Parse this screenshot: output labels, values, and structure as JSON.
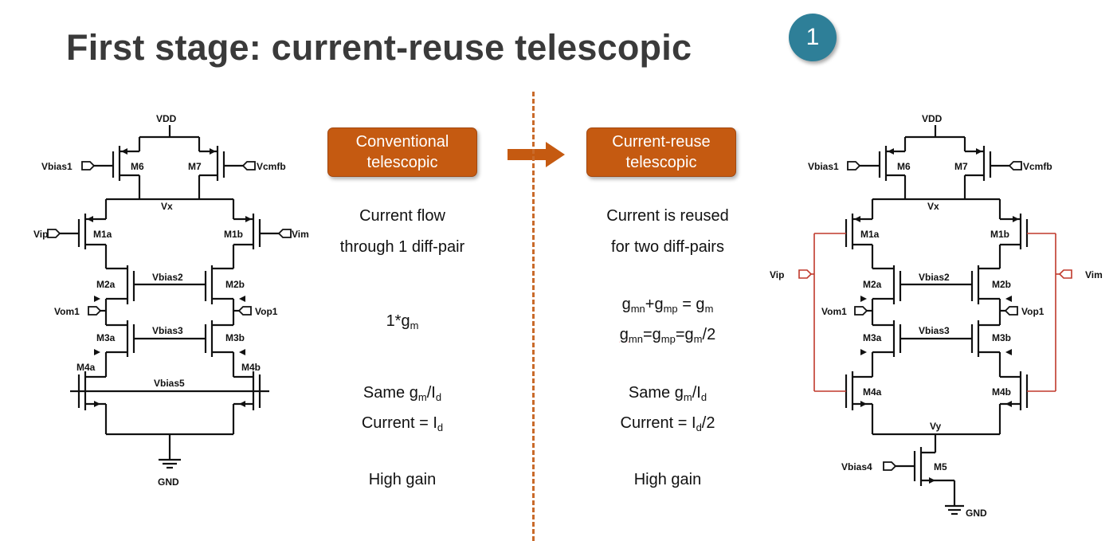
{
  "slide": {
    "title": "First stage: current-reuse telescopic",
    "badge": "1"
  },
  "left_box": {
    "line1": "Conventional",
    "line2": "telescopic"
  },
  "right_box": {
    "line1": "Current-reuse",
    "line2": "telescopic"
  },
  "left_text": {
    "flow1": "Current flow",
    "flow2": "through 1 diff-pair",
    "gm_prefix": "1*g",
    "gm_sub": "m",
    "same_prefix": "Same g",
    "same_sub1": "m",
    "same_mid": "/I",
    "same_sub2": "d",
    "current_prefix": "Current = I",
    "current_sub": "d",
    "gain": "High gain"
  },
  "right_text": {
    "flow1": "Current is reused",
    "flow2": "for two diff-pairs",
    "eq1": {
      "g1": "g",
      "s1": "mn",
      "plus": "+g",
      "s2": "mp",
      "eq": " = g",
      "s3": "m"
    },
    "eq2": {
      "g1": "g",
      "s1": "mn",
      "eq": "=g",
      "s2": "mp",
      "eq2": "=g",
      "s3": "m",
      "tail": "/2"
    },
    "same_prefix": "Same g",
    "same_sub1": "m",
    "same_mid": "/I",
    "same_sub2": "d",
    "current_prefix": "Current = I",
    "current_sub": "d",
    "current_tail": "/2",
    "gain": "High gain"
  },
  "left_circuit": {
    "labels": {
      "vdd": "VDD",
      "vbias1": "Vbias1",
      "vcmfb": "Vcmfb",
      "m6": "M6",
      "m7": "M7",
      "vx": "Vx",
      "vip": "Vip",
      "vim": "Vim",
      "m1a": "M1a",
      "m1b": "M1b",
      "m2a": "M2a",
      "m2b": "M2b",
      "vbias2": "Vbias2",
      "vom1": "Vom1",
      "vop1": "Vop1",
      "m3a": "M3a",
      "m3b": "M3b",
      "vbias3": "Vbias3",
      "m4a": "M4a",
      "m4b": "M4b",
      "vbias5": "Vbias5",
      "gnd": "GND"
    }
  },
  "right_circuit": {
    "labels": {
      "vdd": "VDD",
      "vbias1": "Vbias1",
      "vcmfb": "Vcmfb",
      "m6": "M6",
      "m7": "M7",
      "vx": "Vx",
      "vip": "Vip",
      "vim": "Vim",
      "m1a": "M1a",
      "m1b": "M1b",
      "m2a": "M2a",
      "m2b": "M2b",
      "vbias2": "Vbias2",
      "vom1": "Vom1",
      "vop1": "Vop1",
      "m3a": "M3a",
      "m3b": "M3b",
      "vbias3": "Vbias3",
      "m4a": "M4a",
      "m4b": "M4b",
      "vy": "Vy",
      "vbias4": "Vbias4",
      "m5": "M5",
      "gnd": "GND"
    },
    "highlight_color": "#c0392b"
  },
  "colors": {
    "accent": "#c55a11",
    "badge": "#2e7f98",
    "title": "#3a3a3a"
  }
}
